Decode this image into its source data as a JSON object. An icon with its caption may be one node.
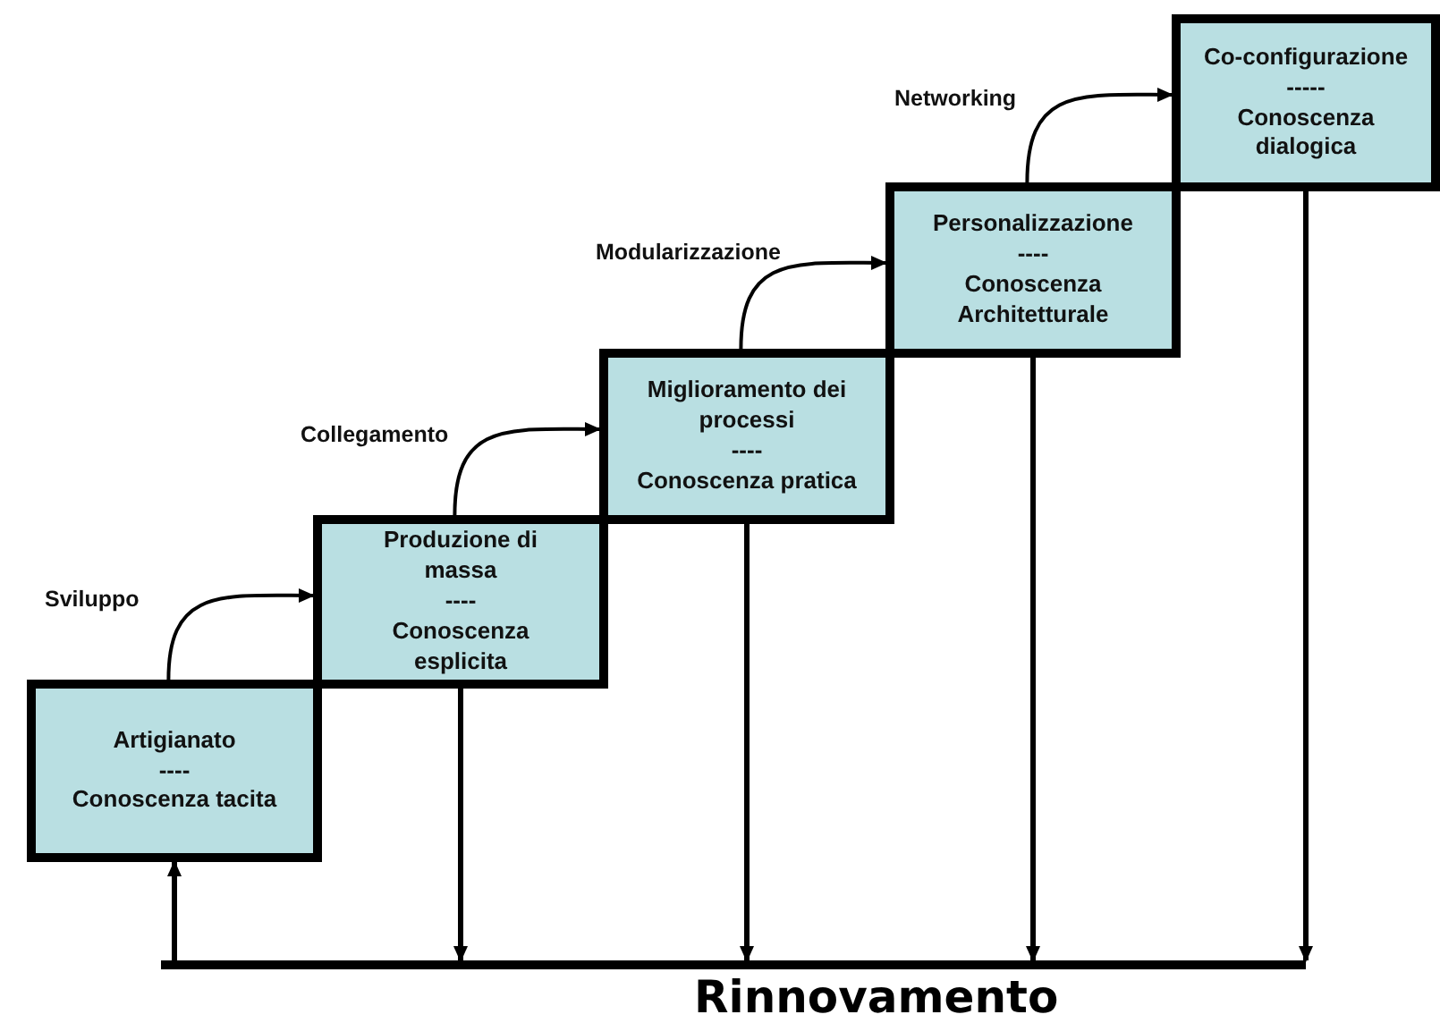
{
  "diagram": {
    "nodes": [
      {
        "text": [
          "Artigianato",
          "----",
          "Conoscenza tacita"
        ]
      },
      {
        "text": [
          "Produzione di massa",
          "----",
          "Conoscenza esplicita"
        ]
      },
      {
        "text": [
          "Miglioramento dei processi",
          "----",
          "Conoscenza pratica"
        ]
      },
      {
        "text": [
          "Personalizzazione",
          "----",
          "Conoscenza Architetturale"
        ]
      },
      {
        "text": [
          "Co-configurazione",
          "-----",
          "Conoscenza dialogica"
        ]
      },
      {
        "text": [],
        "shape": "bar",
        "beside": [
          "Rinnovamento"
        ]
      }
    ],
    "edges": [
      {
        "from": 0,
        "to": 1,
        "arrow": "to",
        "label": "Sviluppo"
      },
      {
        "from": 1,
        "to": 2,
        "arrow": "to",
        "label": "Collegamento"
      },
      {
        "from": 2,
        "to": 3,
        "arrow": "to",
        "label": "Modularizzazione"
      },
      {
        "from": 3,
        "to": 4,
        "arrow": "to",
        "label": "Networking"
      },
      {
        "from": 1,
        "to": 5,
        "arrow": "to"
      },
      {
        "from": 2,
        "to": 5,
        "arrow": "to"
      },
      {
        "from": 3,
        "to": 5,
        "arrow": "to"
      },
      {
        "from": 4,
        "to": 5,
        "arrow": "to"
      },
      {
        "from": 5,
        "to": 0,
        "arrow": "to"
      }
    ]
  }
}
